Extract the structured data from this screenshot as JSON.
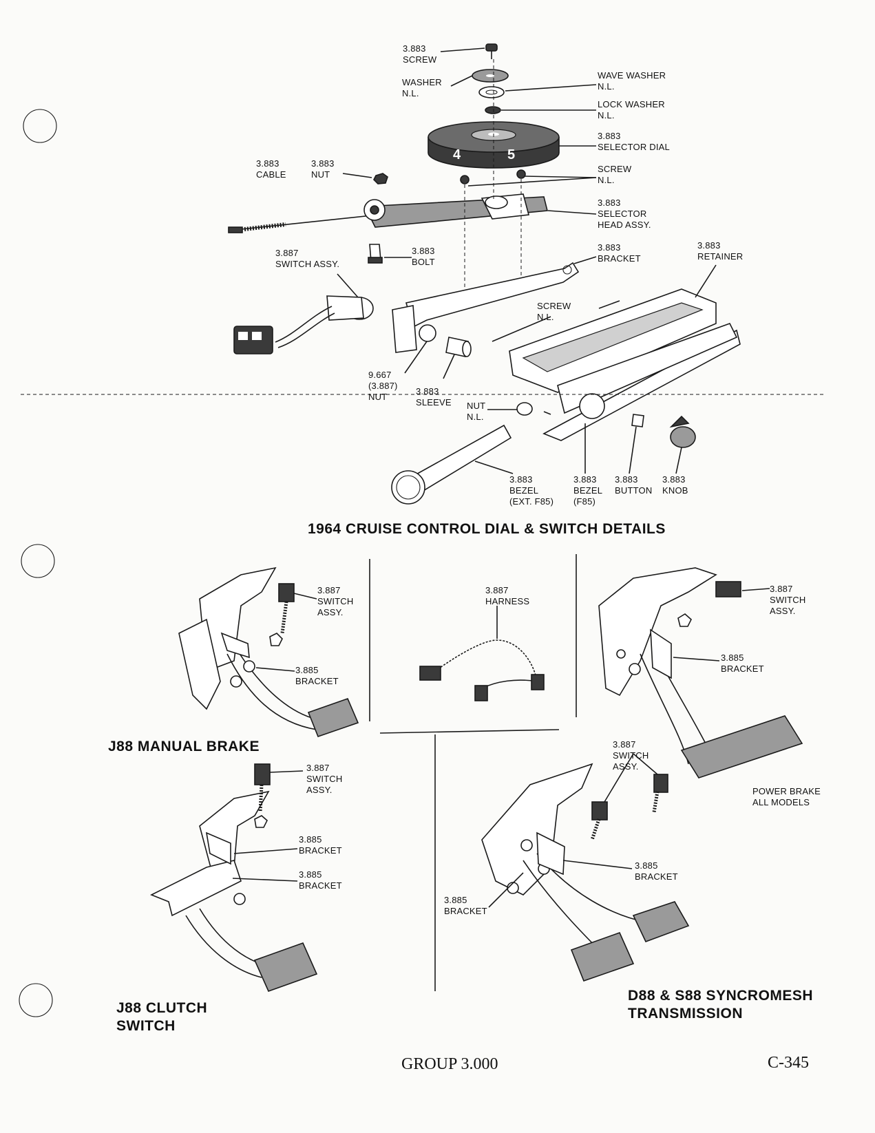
{
  "top_diagram": {
    "title": "1964 CRUISE CONTROL DIAL & SWITCH DETAILS",
    "labels": {
      "screw": "3.883\nSCREW",
      "washer": "WASHER\nN.L.",
      "wave_washer": "WAVE WASHER\nN.L.",
      "lock_washer": "LOCK WASHER\nN.L.",
      "selector_dial": "3.883\nSELECTOR DIAL",
      "cable": "3.883\nCABLE",
      "nut_top": "3.883\nNUT",
      "screw_nl": "SCREW\nN.L.",
      "selector_head": "3.883\nSELECTOR\nHEAD ASSY.",
      "switch_assy": "3.887\nSWITCH ASSY.",
      "bolt": "3.883\nBOLT",
      "bracket": "3.883\nBRACKET",
      "retainer": "3.883\nRETAINER",
      "screw_nl_2": "SCREW\nN.L.",
      "nut_9667": "9.667\n(3.887)\nNUT",
      "sleeve": "3.883\nSLEEVE",
      "nut_nl": "NUT\nN.L.",
      "bezel_ext": "3.883\nBEZEL\n(EXT. F85)",
      "bezel_f85": "3.883\nBEZEL\n(F85)",
      "button": "3.883\nBUTTON",
      "knob": "3.883\nKNOB"
    },
    "dial_digits": [
      "4",
      "5"
    ]
  },
  "j88_manual_brake": {
    "caption": "J88 MANUAL BRAKE",
    "switch": "3.887\nSWITCH\nASSY.",
    "bracket": "3.885\nBRACKET"
  },
  "harness": {
    "label": "3.887\nHARNESS"
  },
  "power_brake": {
    "caption": "POWER BRAKE\nALL MODELS",
    "switch": "3.887\nSWITCH\nASSY.",
    "bracket": "3.885\nBRACKET"
  },
  "j88_clutch": {
    "caption": "J88 CLUTCH\nSWITCH",
    "switch": "3.887\nSWITCH\nASSY.",
    "bracket_1": "3.885\nBRACKET",
    "bracket_2": "3.885\nBRACKET"
  },
  "syncromesh": {
    "caption": "D88 & S88 SYNCROMESH\nTRANSMISSION",
    "switch": "3.887\nSWITCH\nASSY.",
    "bracket_right": "3.885\nBRACKET",
    "bracket_left": "3.885\nBRACKET"
  },
  "footer": {
    "group": "GROUP 3.000",
    "page": "C-345"
  }
}
